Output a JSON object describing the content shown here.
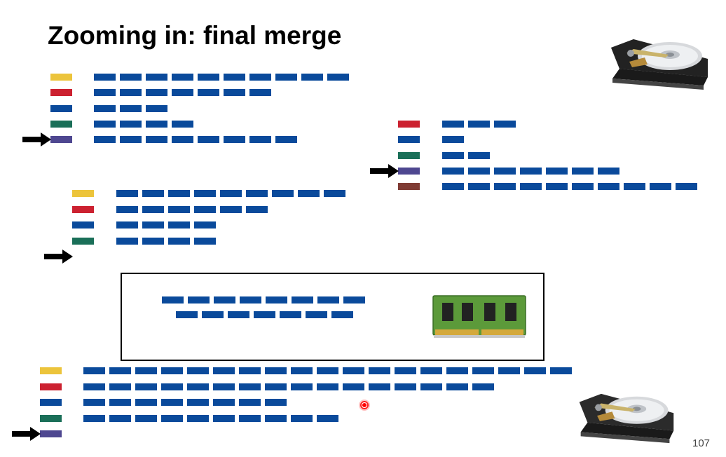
{
  "slide": {
    "title": "Zooming in: final merge",
    "page_number": "107"
  },
  "colors": {
    "yellow": "#ecc43b",
    "red": "#cc2130",
    "blue": "#0a4a9b",
    "green": "#1a6f58",
    "purple": "#4e4790",
    "brown": "#7f3b34",
    "block": "#0a4a9b",
    "arrow": "#000000"
  },
  "icons": {
    "disk_top": "hard-disk-icon",
    "disk_bottom": "hard-disk-icon",
    "ram": "ram-module-icon",
    "arrow": "arrow-right-icon",
    "pointer": "laser-pointer-dot"
  },
  "groups": [
    {
      "id": "top-left",
      "rows": [
        {
          "color": "yellow",
          "blocks": 10,
          "arrow": false
        },
        {
          "color": "red",
          "blocks": 7,
          "arrow": false
        },
        {
          "color": "blue",
          "blocks": 3,
          "arrow": false
        },
        {
          "color": "green",
          "blocks": 4,
          "arrow": false
        },
        {
          "color": "purple",
          "blocks": 8,
          "arrow": true
        }
      ]
    },
    {
      "id": "right",
      "rows": [
        {
          "color": "red",
          "blocks": 3,
          "arrow": false
        },
        {
          "color": "blue",
          "blocks": 1,
          "arrow": false
        },
        {
          "color": "green",
          "blocks": 2,
          "arrow": false
        },
        {
          "color": "purple",
          "blocks": 7,
          "arrow": true
        },
        {
          "color": "brown",
          "blocks": 10,
          "arrow": false
        }
      ]
    },
    {
      "id": "middle-left",
      "rows": [
        {
          "color": "yellow",
          "blocks": 9,
          "arrow": false
        },
        {
          "color": "red",
          "blocks": 6,
          "arrow": false
        },
        {
          "color": "blue",
          "blocks": 4,
          "arrow": false
        },
        {
          "color": "green",
          "blocks": 4,
          "arrow": false
        },
        {
          "color": null,
          "blocks": 0,
          "arrow": true
        }
      ]
    },
    {
      "id": "memory",
      "rows": [
        {
          "color": null,
          "blocks": 8,
          "arrow": false
        },
        {
          "color": null,
          "blocks": 7,
          "arrow": false
        }
      ]
    },
    {
      "id": "bottom",
      "rows": [
        {
          "color": "yellow",
          "blocks": 19,
          "arrow": false
        },
        {
          "color": "red",
          "blocks": 16,
          "arrow": false
        },
        {
          "color": "blue",
          "blocks": 8,
          "arrow": false
        },
        {
          "color": "green",
          "blocks": 10,
          "arrow": false
        },
        {
          "color": "purple",
          "blocks": 0,
          "arrow": true
        }
      ]
    }
  ]
}
